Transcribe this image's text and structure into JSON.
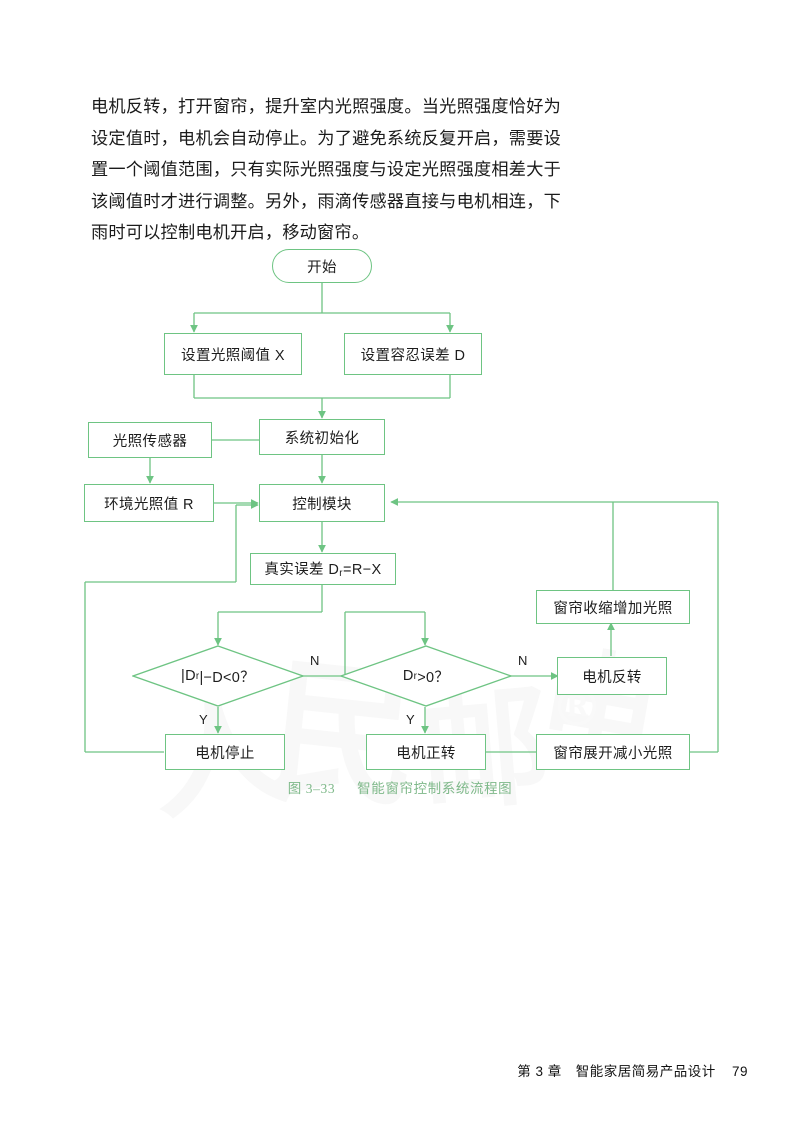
{
  "document": {
    "paragraph": "电机反转，打开窗帘，提升室内光照强度。当光照强度恰好为设定值时，电机会自动停止。为了避免系统反复开启，需要设置一个阈值范围，只有实际光照强度与设定光照强度相差大于该阈值时才进行调整。另外，雨滴传感器直接与电机相连，下雨时可以控制电机开启，移动窗帘。",
    "figure_caption_number": "图 3–33",
    "figure_caption_title": "智能窗帘控制系统流程图",
    "footer_chapter": "第 3 章　智能家居简易产品设计",
    "footer_page": "79",
    "watermark_marks": [
      "人",
      "民",
      "邮",
      "电",
      "®"
    ]
  },
  "colors": {
    "line": "#6ec483",
    "caption": "#7fb98a",
    "text": "#1d1d1d",
    "page_background": "#ffffff"
  },
  "flowchart": {
    "type": "flowchart",
    "nodes": [
      {
        "id": "start",
        "shape": "terminator",
        "label": "开始"
      },
      {
        "id": "set_x",
        "shape": "process",
        "label": "设置光照阈值 X"
      },
      {
        "id": "set_d",
        "shape": "process",
        "label": "设置容忍误差 D"
      },
      {
        "id": "init",
        "shape": "process",
        "label": "系统初始化"
      },
      {
        "id": "sensor",
        "shape": "process",
        "label": "光照传感器"
      },
      {
        "id": "ambient",
        "shape": "process",
        "label": "环境光照值 R"
      },
      {
        "id": "control",
        "shape": "process",
        "label": "控制模块"
      },
      {
        "id": "error",
        "shape": "process",
        "label_html": "真实误差 D<sub>r</sub>=R−X",
        "label": "真实误差 Dr=R−X"
      },
      {
        "id": "dec1",
        "shape": "decision",
        "label_html": "|D<sub>r</sub>|−D&lt;0？",
        "label": "|Dr|−D<0？"
      },
      {
        "id": "dec2",
        "shape": "decision",
        "label_html": "D<sub>r</sub>&gt;0？",
        "label": "Dr>0？"
      },
      {
        "id": "motor_stop",
        "shape": "process",
        "label": "电机停止"
      },
      {
        "id": "motor_fwd",
        "shape": "process",
        "label": "电机正转"
      },
      {
        "id": "motor_rev",
        "shape": "process",
        "label": "电机反转"
      },
      {
        "id": "curtain_open",
        "shape": "process",
        "label": "窗帘收缩增加光照"
      },
      {
        "id": "curtain_close",
        "shape": "process",
        "label": "窗帘展开减小光照"
      }
    ],
    "edges": [
      {
        "from": "start",
        "to": "set_x",
        "label": ""
      },
      {
        "from": "start",
        "to": "set_d",
        "label": ""
      },
      {
        "from": "set_x",
        "to": "init",
        "label": ""
      },
      {
        "from": "set_d",
        "to": "init",
        "label": ""
      },
      {
        "from": "init",
        "to": "sensor",
        "label": ""
      },
      {
        "from": "init",
        "to": "control",
        "label": ""
      },
      {
        "from": "sensor",
        "to": "ambient",
        "label": ""
      },
      {
        "from": "ambient",
        "to": "control",
        "label": ""
      },
      {
        "from": "control",
        "to": "error",
        "label": ""
      },
      {
        "from": "error",
        "to": "dec1",
        "label": ""
      },
      {
        "from": "dec1",
        "to": "motor_stop",
        "label": "Y"
      },
      {
        "from": "dec1",
        "to": "dec2",
        "label": "N"
      },
      {
        "from": "dec2",
        "to": "motor_fwd",
        "label": "Y"
      },
      {
        "from": "dec2",
        "to": "motor_rev",
        "label": "N"
      },
      {
        "from": "motor_rev",
        "to": "curtain_open",
        "label": ""
      },
      {
        "from": "motor_fwd",
        "to": "curtain_close",
        "label": ""
      },
      {
        "from": "motor_stop",
        "to": "control",
        "label": ""
      },
      {
        "from": "curtain_open",
        "to": "control",
        "label": ""
      },
      {
        "from": "curtain_close",
        "to": "control",
        "label": ""
      }
    ],
    "edge_labels": {
      "dec1_n": "N",
      "dec1_y": "Y",
      "dec2_n": "N",
      "dec2_y": "Y"
    }
  }
}
